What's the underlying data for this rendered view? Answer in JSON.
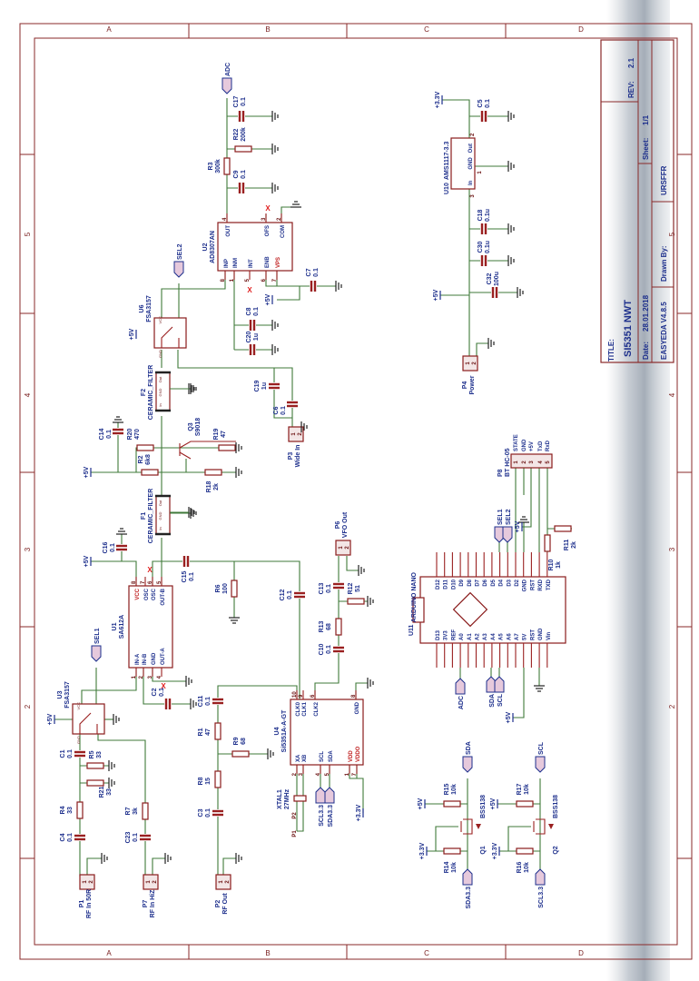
{
  "title_block": {
    "title_label": "TITLE:",
    "title": "SI5351 NWT",
    "rev_label": "REV:",
    "rev": "2.1",
    "date_label": "Date:",
    "date": "28.01.2018",
    "sheet_label": "Sheet:",
    "sheet": "1/1",
    "tool": "EASYEDA V4.8.5",
    "drawn_by_label": "Drawn By:",
    "drawn_by": "URSFFR"
  },
  "frame": {
    "columns": [
      "A",
      "B",
      "C",
      "D"
    ],
    "rows": [
      "2",
      "3",
      "4",
      "5"
    ]
  },
  "nets": {
    "adc": "ADC",
    "sel1": "SEL1",
    "sel2": "SEL2",
    "sda": "SDA",
    "scl": "SCL",
    "sda33": "SDA3.3",
    "scl33": "SCL3.3",
    "v5": "+5V",
    "v33": "+3.3V",
    "nc": "X"
  },
  "components": {
    "R1": {
      "ref": "R1",
      "value": "47"
    },
    "R2": {
      "ref": "R2",
      "value": "6k8"
    },
    "R3": {
      "ref": "R3",
      "value": "300k"
    },
    "R4": {
      "ref": "R4",
      "value": "33"
    },
    "R5": {
      "ref": "R5",
      "value": "33"
    },
    "R6": {
      "ref": "R6",
      "value": "100"
    },
    "R7": {
      "ref": "R7",
      "value": "3k"
    },
    "R8": {
      "ref": "R8",
      "value": "15"
    },
    "R9": {
      "ref": "R9",
      "value": "68"
    },
    "R10": {
      "ref": "R10",
      "value": "1k"
    },
    "R11": {
      "ref": "R11",
      "value": "2k"
    },
    "R12": {
      "ref": "R12",
      "value": "51"
    },
    "R13": {
      "ref": "R13",
      "value": "68"
    },
    "R14": {
      "ref": "R14",
      "value": "10k"
    },
    "R15": {
      "ref": "R15",
      "value": "10k"
    },
    "R16": {
      "ref": "R16",
      "value": "10k"
    },
    "R17": {
      "ref": "R17",
      "value": "10k"
    },
    "R18": {
      "ref": "R18",
      "value": "2k"
    },
    "R19": {
      "ref": "R19",
      "value": "47"
    },
    "R20": {
      "ref": "R20",
      "value": "470"
    },
    "R21": {
      "ref": "R21",
      "value": "33"
    },
    "R22": {
      "ref": "R22",
      "value": "200k"
    },
    "C1": {
      "ref": "C1",
      "value": "0.1"
    },
    "C2": {
      "ref": "C2",
      "value": "0.1"
    },
    "C3": {
      "ref": "C3",
      "value": "0.1"
    },
    "C4": {
      "ref": "C4",
      "value": "0.1"
    },
    "C5": {
      "ref": "C5",
      "value": "0.1"
    },
    "C6": {
      "ref": "C6",
      "value": "0.1"
    },
    "C7": {
      "ref": "C7",
      "value": "0.1"
    },
    "C8": {
      "ref": "C8",
      "value": "0.1"
    },
    "C9": {
      "ref": "C9",
      "value": "0.1"
    },
    "C10": {
      "ref": "C10",
      "value": "0.1"
    },
    "C11": {
      "ref": "C11",
      "value": "0.1"
    },
    "C12": {
      "ref": "C12",
      "value": "0.1"
    },
    "C13": {
      "ref": "C13",
      "value": "0.1"
    },
    "C14": {
      "ref": "C14",
      "value": "0.1"
    },
    "C15": {
      "ref": "C15",
      "value": "0.1"
    },
    "C16": {
      "ref": "C16",
      "value": "0.1"
    },
    "C17": {
      "ref": "C17",
      "value": "0.1"
    },
    "C18": {
      "ref": "C18",
      "value": "0.1u"
    },
    "C19": {
      "ref": "C19",
      "value": "1u"
    },
    "C20": {
      "ref": "C20",
      "value": "1u"
    },
    "C23": {
      "ref": "C23",
      "value": "0.1"
    },
    "C30": {
      "ref": "C30",
      "value": "0.1u"
    },
    "C32": {
      "ref": "C32",
      "value": "100u"
    },
    "Q1": {
      "ref": "Q1",
      "value": "BSS138"
    },
    "Q2": {
      "ref": "Q2",
      "value": "BSS138"
    },
    "Q3": {
      "ref": "Q3",
      "value": "S9018"
    },
    "F1": {
      "ref": "F1",
      "value": "CERAMIC_FILTER"
    },
    "F2": {
      "ref": "F2",
      "value": "CERAMIC_FILTER"
    },
    "XTAL1": {
      "ref": "XTAL1",
      "value": "27MHz"
    },
    "P1": {
      "ref": "P1",
      "value": "RF In 50R"
    },
    "P2": {
      "ref": "P2",
      "value": "RF Out"
    },
    "P3": {
      "ref": "P3",
      "value": "Wide In"
    },
    "P4": {
      "ref": "P4",
      "value": "Power"
    },
    "P6": {
      "ref": "P6",
      "value": "VFO Out"
    },
    "P7": {
      "ref": "P7",
      "value": "RF In HiZ"
    },
    "P8": {
      "ref": "P8",
      "value": "BT HC-05"
    },
    "U3": {
      "ref": "U3",
      "value": "FSA3157"
    },
    "U6": {
      "ref": "U6",
      "value": "FSA3157"
    }
  },
  "filter_pins": {
    "in": "In",
    "gnd": "GND",
    "out": "Out"
  },
  "switch_pins": {
    "vcc": "VCC",
    "gnd": "GND"
  },
  "xtal_pins": {
    "p1": "P1",
    "p2": "P2"
  },
  "connector_pins": [
    "1",
    "2"
  ],
  "bt_pins": [
    {
      "n": "1",
      "name": "STATE"
    },
    {
      "n": "2",
      "name": "GND"
    },
    {
      "n": "3",
      "name": "+5V"
    },
    {
      "n": "4",
      "name": "TxD"
    },
    {
      "n": "5",
      "name": "RxD"
    }
  ],
  "ics": {
    "U1": {
      "ref": "U1",
      "part": "SA612A",
      "top": [
        {
          "n": "8",
          "name": "VCC"
        },
        {
          "n": "7",
          "name": "OSC"
        },
        {
          "n": "6",
          "name": "OSC"
        },
        {
          "n": "5",
          "name": "OUT-B"
        }
      ],
      "bottom": [
        {
          "n": "1",
          "name": "IN-A"
        },
        {
          "n": "2",
          "name": "IN-B"
        },
        {
          "n": "3",
          "name": "GND"
        },
        {
          "n": "4",
          "name": "OUT-A"
        }
      ]
    },
    "U2": {
      "ref": "U2",
      "part": "AD8307AN",
      "top": [
        {
          "n": "4",
          "name": "OUT"
        },
        {
          "n": "3",
          "name": "OFS"
        },
        {
          "n": "2",
          "name": "COM"
        }
      ],
      "bottom": [
        {
          "n": "8",
          "name": "INP"
        },
        {
          "n": "1",
          "name": "INM"
        },
        {
          "n": "5",
          "name": "INT"
        },
        {
          "n": "6",
          "name": "ENB"
        },
        {
          "n": "7",
          "name": "VPS"
        }
      ]
    },
    "U4": {
      "ref": "U4",
      "part": "Si5351A-A-GT",
      "top": [
        {
          "n": "10",
          "name": "CLK0"
        },
        {
          "n": "9",
          "name": "CLK1"
        },
        {
          "n": "6",
          "name": "CLK2"
        },
        {
          "n": "8",
          "name": "GND"
        }
      ],
      "bottom": [
        {
          "n": "2",
          "name": "XA"
        },
        {
          "n": "3",
          "name": "XB"
        },
        {
          "n": "4",
          "name": "SCL"
        },
        {
          "n": "5",
          "name": "SDA"
        },
        {
          "n": "1",
          "name": "VDD"
        },
        {
          "n": "7",
          "name": "VDDO"
        }
      ]
    },
    "U10": {
      "ref": "U10",
      "part": "AMS1117-3.3",
      "pins": [
        {
          "n": "2",
          "name": "Out"
        },
        {
          "n": "1",
          "name": "GND"
        },
        {
          "n": "3",
          "name": "In"
        }
      ]
    },
    "U11": {
      "ref": "U11",
      "part": "ARDUINO NANO",
      "top": [
        "D12",
        "D11",
        "D10",
        "D9",
        "D8",
        "D7",
        "D6",
        "D5",
        "D4",
        "D3",
        "D2",
        "GND",
        "RST",
        "RXD",
        "TXD"
      ],
      "bottom": [
        "D13",
        "3V3",
        "REF",
        "A0",
        "A1",
        "A2",
        "A3",
        "A4",
        "A5",
        "A6",
        "A7",
        "5V",
        "RST",
        "GND",
        "Vin"
      ]
    }
  }
}
